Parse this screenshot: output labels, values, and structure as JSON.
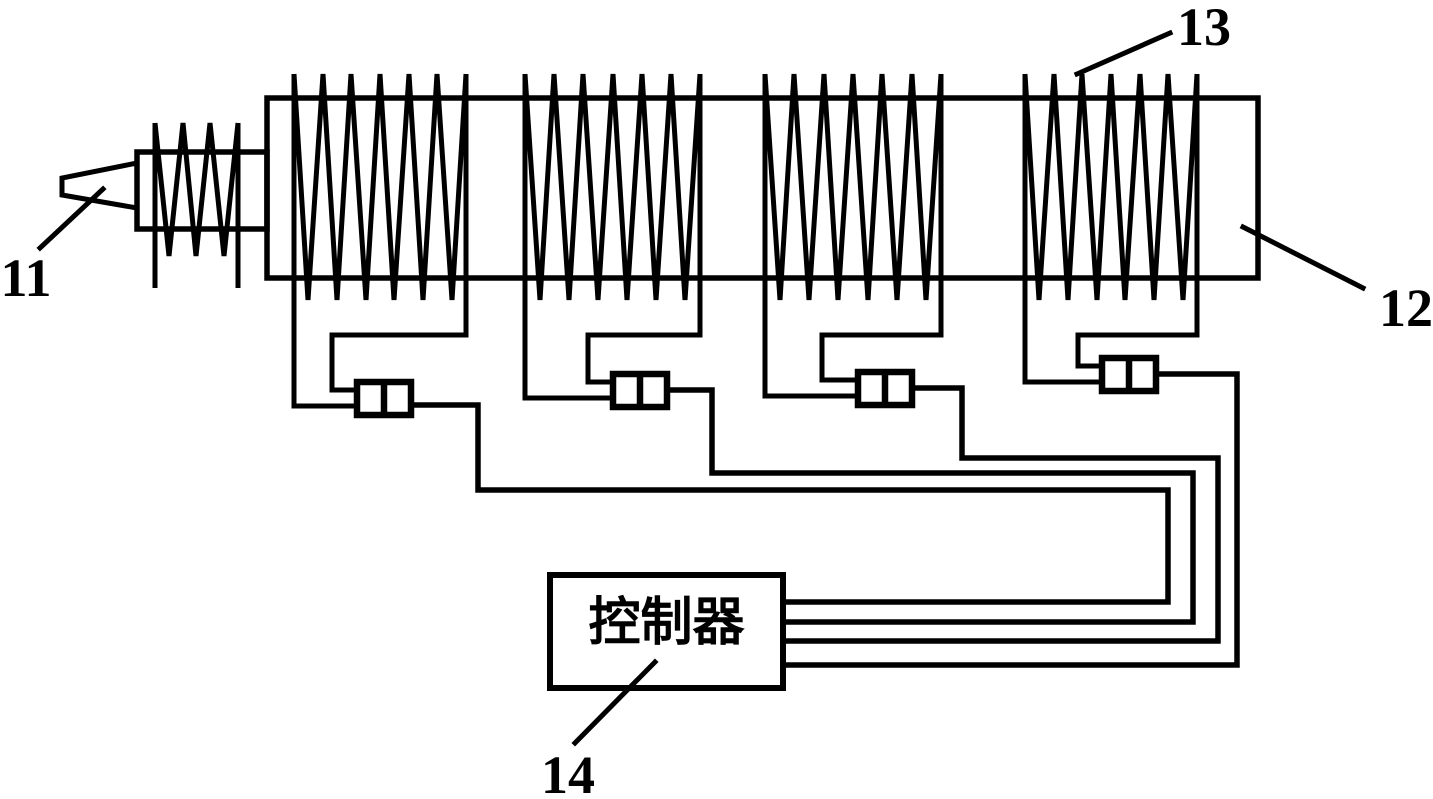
{
  "figure": {
    "background_color": "#ffffff",
    "line_color": "#000000",
    "ref_labels": {
      "nozzle": "11",
      "barrel": "12",
      "heating_coil": "13",
      "controller": "14"
    },
    "controller": {
      "text": "控制器"
    }
  }
}
